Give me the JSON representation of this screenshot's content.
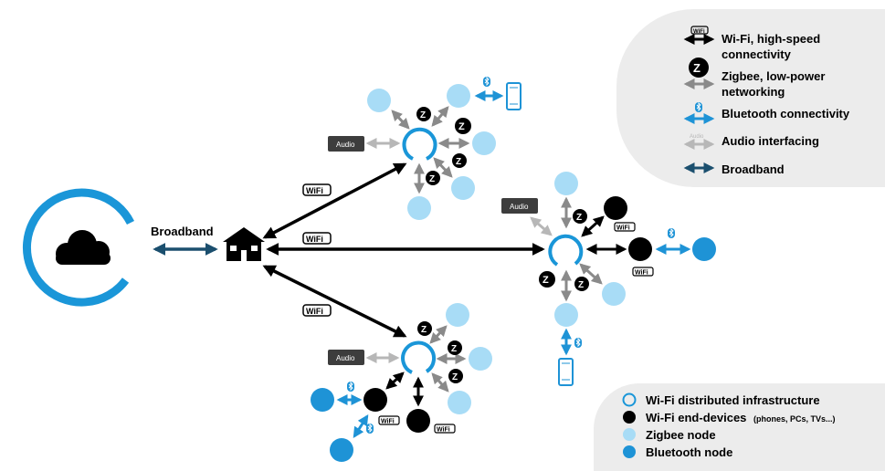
{
  "labels": {
    "broadband": "Broadband",
    "audio": "Audio",
    "wifi_badge": "WiFi",
    "zigbee_letter": "Z"
  },
  "legend_links": {
    "wifi_1": "Wi-Fi, high-speed",
    "wifi_2": "connectivity",
    "zigbee_1": "Zigbee, low-power",
    "zigbee_2": "networking",
    "bluetooth": "Bluetooth connectivity",
    "audio_small": "Audio",
    "audio": "Audio interfacing",
    "broadband": "Broadband"
  },
  "legend_nodes": {
    "infra": "Wi-Fi distributed infrastructure",
    "end_devices": "Wi-Fi end-devices",
    "end_devices_note": "(phones, PCs, TVs...)",
    "zigbee": "Zigbee node",
    "bluetooth": "Bluetooth node"
  },
  "colors": {
    "blue": "#1a96d8",
    "light_blue": "#a8dcf6",
    "bt_blue": "#1e93d6",
    "dark_teal": "#1b4f6e",
    "grey_arrow": "#8a8a8a",
    "light_grey_arrow": "#b7b7b7",
    "legend_bg": "#ececec",
    "black": "#000000"
  },
  "icons": [
    "cloud-icon",
    "house-icon",
    "phone-icon",
    "bluetooth-icon",
    "wifi-badge-icon",
    "zigbee-icon"
  ]
}
